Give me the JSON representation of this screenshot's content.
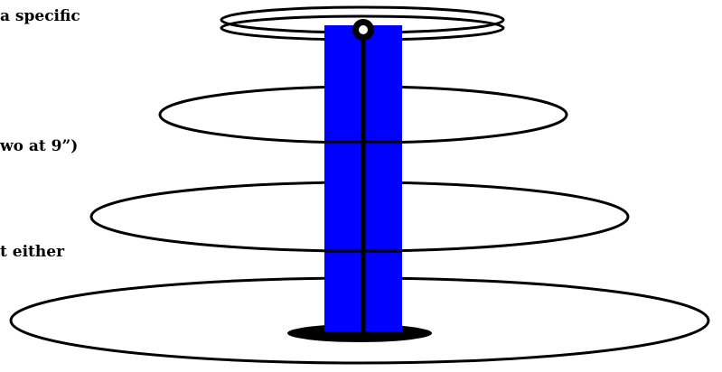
{
  "text_fragments": [
    "a specific",
    "wo at 9”)",
    "t either"
  ],
  "diagram": {
    "description_free": true,
    "colors": {
      "stroke": "#000000",
      "column": "#0000ff",
      "pin_center": "#ffffff",
      "background": "#ffffff"
    }
  }
}
